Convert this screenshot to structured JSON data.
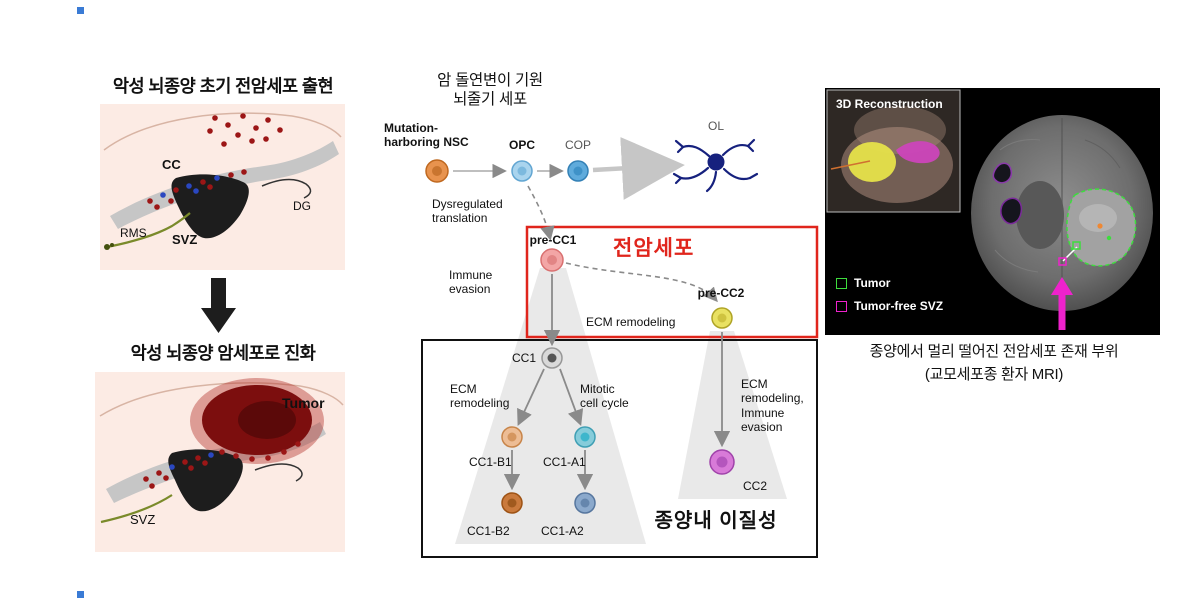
{
  "left": {
    "title_top": "악성 뇌종양 초기 전암세포 출현",
    "title_bottom": "악성 뇌종양 암세포로 진화",
    "label_cc": "CC",
    "label_dg": "DG",
    "label_rms": "RMS",
    "label_svz_top": "SVZ",
    "label_tumor": "Tumor",
    "label_svz_bottom": "SVZ"
  },
  "middle": {
    "title": "암 돌연변이 기원\n뇌줄기 세포",
    "nsc_label": "Mutation-\nharboring NSC",
    "opc_label": "OPC",
    "cop_label": "COP",
    "ol_label": "OL",
    "dysregulated_label": "Dysregulated\ntranslation",
    "immune_evasion_label": "Immune\nevasion",
    "pre_cc1_label": "pre-CC1",
    "pre_cc2_label": "pre-CC2",
    "precancer_label": "전암세포",
    "ecm_remodeling_label": "ECM remodeling",
    "cc1_label": "CC1",
    "ecm_remodeling2_label": "ECM\nremodeling",
    "mitotic_label": "Mitotic\ncell cycle",
    "cc1b1_label": "CC1-B1",
    "cc1a1_label": "CC1-A1",
    "cc1b2_label": "CC1-B2",
    "cc1a2_label": "CC1-A2",
    "ecm_immune_label": "ECM\nremodeling,\nImmune\nevasion",
    "cc2_label": "CC2",
    "heterogeneity_label": "종양내 이질성"
  },
  "right": {
    "recon_label": "3D Reconstruction",
    "legend": [
      {
        "label": "Tumor",
        "color": "#3ddd3d"
      },
      {
        "label": "Tumor-free SVZ",
        "color": "#ee22cc"
      }
    ],
    "caption": "종양에서 멀리 떨어진 전암세포 존재 부위\n(교모세포종 환자 MRI)"
  },
  "colors": {
    "accent_red": "#e0251c",
    "magenta_arrow": "#ee22cc",
    "tumor_outline_green": "#3ddd3d",
    "panel_pink": "#fcebe4",
    "tumor_core": "#7c0e0e"
  }
}
